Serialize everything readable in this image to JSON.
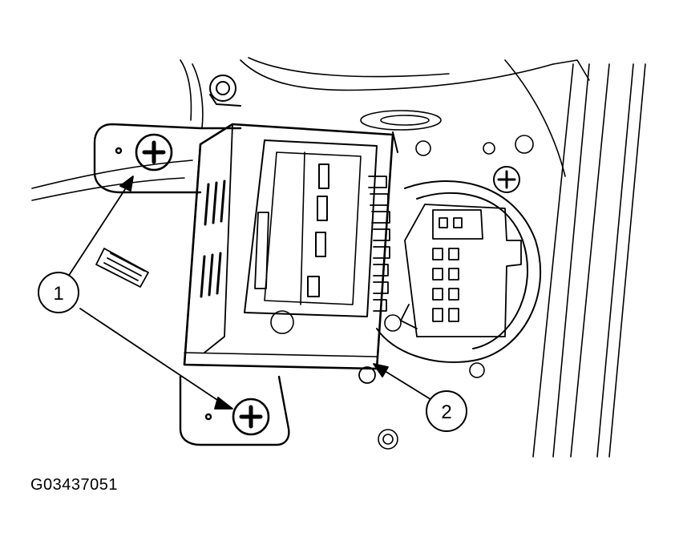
{
  "figure": {
    "id": "G03437051",
    "callouts": [
      {
        "label": "1"
      },
      {
        "label": "2"
      }
    ]
  }
}
